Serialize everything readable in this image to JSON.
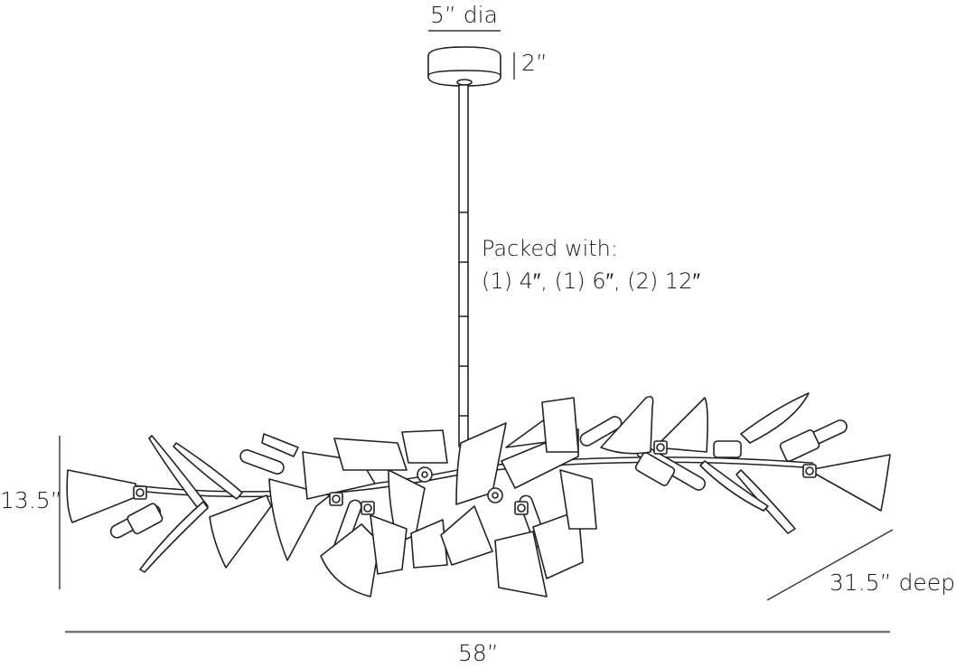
{
  "diagram": {
    "subject": "chandelier dimension drawing",
    "canopy": {
      "diameter_label": "5” dia",
      "height_label": "2”"
    },
    "downrod_note": {
      "line1": "Packed with:",
      "line2": "(1) 4″, (1) 6″, (2) 12″"
    },
    "dimensions": {
      "height": "13.5”",
      "depth": "31.5” deep",
      "width": "58”"
    },
    "colors": {
      "line": "#222222",
      "background": "#ffffff",
      "dimension_rule": "#777777"
    }
  }
}
